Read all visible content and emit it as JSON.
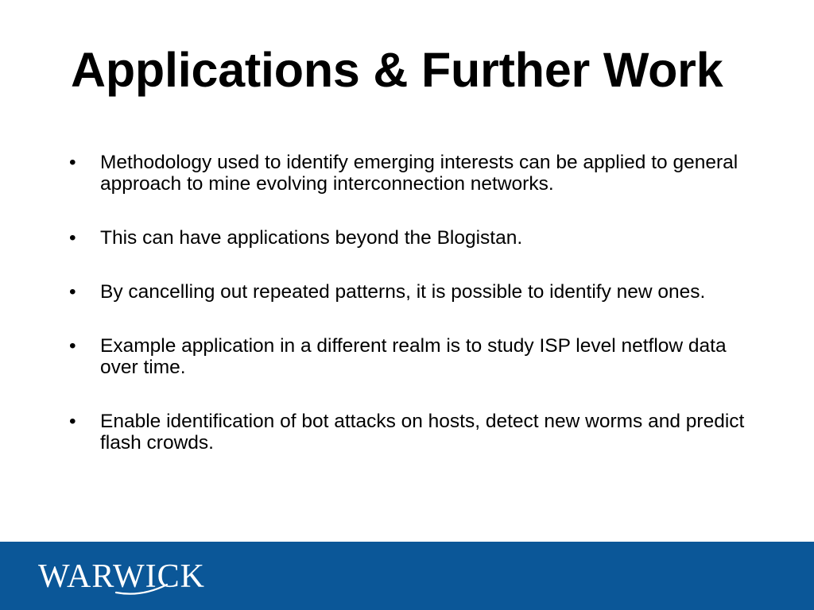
{
  "slide": {
    "title": "Applications & Further Work",
    "bullet_glyph": "•",
    "bullets": [
      {
        "text": "Methodology used to identify emerging interests can be applied to general approach to mine evolving interconnection networks."
      },
      {
        "text": "This can have applications beyond the Blogistan."
      },
      {
        "text": "By cancelling out repeated patterns, it is possible to identify new ones."
      },
      {
        "text": "Example application in a different realm is to study ISP level netflow data over time."
      },
      {
        "text": "Enable identification of bot attacks on hosts, detect new worms and predict flash crowds."
      }
    ]
  },
  "footer": {
    "logo_text": "WARWICK",
    "background_color": "#0b5798",
    "logo_color": "#ffffff"
  }
}
